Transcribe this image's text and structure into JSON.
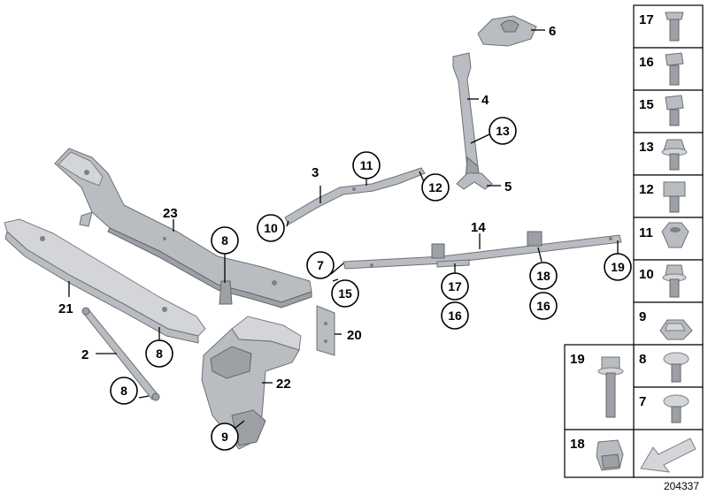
{
  "diagram": {
    "figure_number": "204337",
    "plain_labels": {
      "part_2": "2",
      "part_3": "3",
      "part_4": "4",
      "part_5": "5",
      "part_6": "6",
      "part_14": "14",
      "part_20": "20",
      "part_21": "21",
      "part_22": "22",
      "part_23": "23"
    },
    "circled_labels": {
      "c7": "7",
      "c8_bracket": "8",
      "c8_lower": "8",
      "c8_rod": "8",
      "c9": "9",
      "c10": "10",
      "c11": "11",
      "c12": "12",
      "c13": "13",
      "c15": "15",
      "c16_left": "16",
      "c16_right": "16",
      "c17": "17",
      "c18": "18",
      "c19": "19"
    },
    "fastener_panel": {
      "right_column": [
        "17",
        "16",
        "15",
        "13",
        "12",
        "11",
        "10",
        "9",
        "8",
        "7"
      ],
      "bottom_left": [
        "19",
        "18"
      ]
    },
    "colors": {
      "part_fill": "#b9bcc0",
      "part_stroke": "#6d7075",
      "label": "#000000"
    }
  }
}
